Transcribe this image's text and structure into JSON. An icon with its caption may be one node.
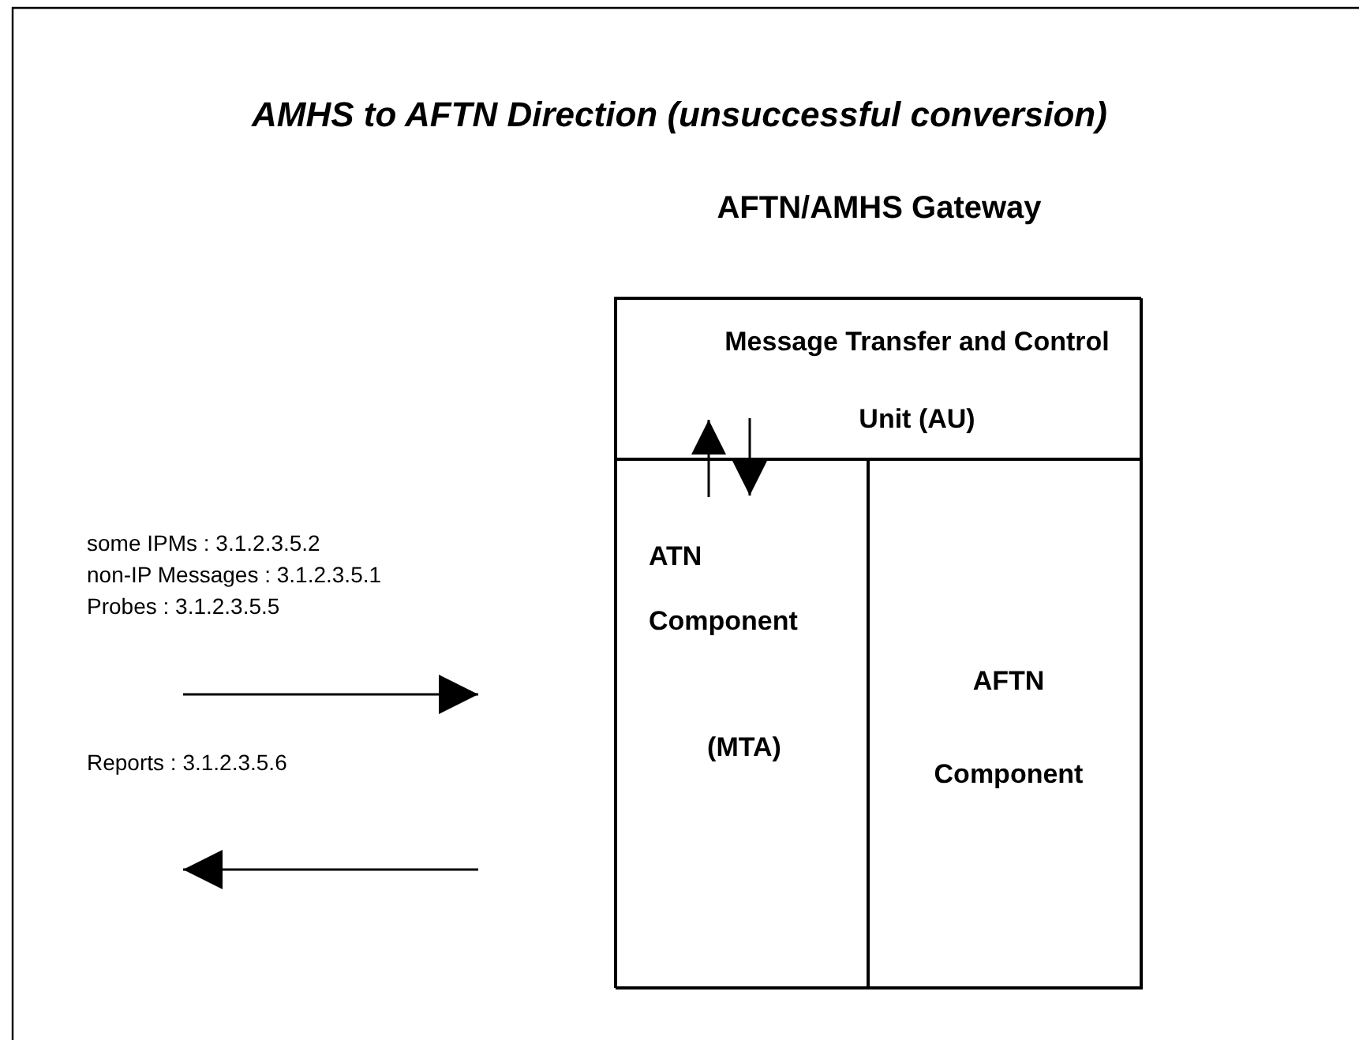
{
  "diagram": {
    "title": "AMHS to AFTN Direction (unsuccessful conversion)",
    "nodes": [
      {
        "text": [
          "AFTN/AMHS Gateway"
        ]
      },
      {
        "text": [
          "Message Transfer and Control Unit (AU)"
        ],
        "in": 0
      },
      {
        "text": [
          "ATN Component",
          "(MTA)"
        ],
        "in": 0
      },
      {
        "text": [
          "AFTN Component"
        ],
        "in": 0
      }
    ],
    "edges": [
      {
        "from": 2,
        "to": 1,
        "arrow": "to"
      },
      {
        "from": 1,
        "to": 2,
        "arrow": "to"
      }
    ],
    "labels": [
      "some IPMs : 3.1.2.3.5.2",
      "non-IP Messages : 3.1.2.3.5.1",
      "Probes : 3.1.2.3.5.5",
      "Reports : 3.1.2.3.5.6"
    ]
  }
}
